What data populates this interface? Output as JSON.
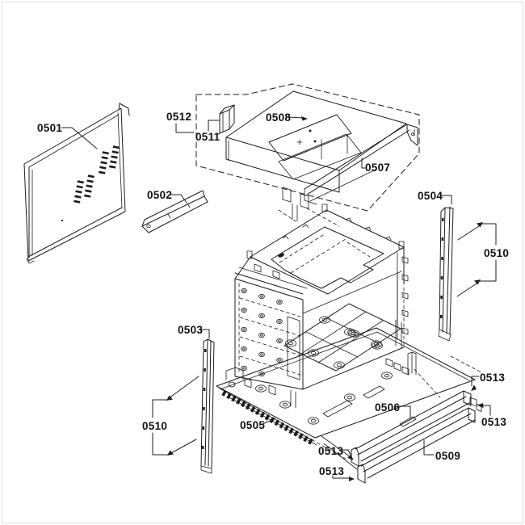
{
  "diagram": {
    "background": "#ffffff",
    "line_color": "#1c1c1c",
    "labels": [
      {
        "id": "0501",
        "text": "0501"
      },
      {
        "id": "0512",
        "text": "0512"
      },
      {
        "id": "0511",
        "text": "0511"
      },
      {
        "id": "0508",
        "text": "0508"
      },
      {
        "id": "0507",
        "text": "0507"
      },
      {
        "id": "0502",
        "text": "0502"
      },
      {
        "id": "0504",
        "text": "0504"
      },
      {
        "id": "0510-right",
        "text": "0510"
      },
      {
        "id": "0503",
        "text": "0503"
      },
      {
        "id": "0510-left",
        "text": "0510"
      },
      {
        "id": "0505",
        "text": "0505"
      },
      {
        "id": "0506",
        "text": "0506"
      },
      {
        "id": "0513-top-right",
        "text": "0513"
      },
      {
        "id": "0513-right",
        "text": "0513"
      },
      {
        "id": "0509",
        "text": "0509"
      },
      {
        "id": "0513-left-upper",
        "text": "0513"
      },
      {
        "id": "0513-left-lower",
        "text": "0513"
      }
    ]
  }
}
